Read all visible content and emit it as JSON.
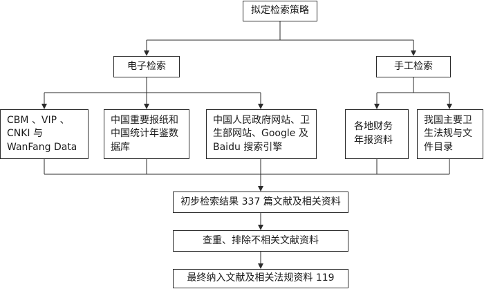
{
  "diagram": {
    "top": "拟定检索策略",
    "branch_electronic": "电子检索",
    "branch_manual": "手工检索",
    "sources": {
      "cbm": "CBM 、VIP 、CNKI 与 WanFang Data",
      "newspapers": "中国重要报纸和中国统计年鉴数据库",
      "websites": "中国人民政府网站、卫生部网站、Google 及 Baidu 搜索引擎",
      "finance": "各地财务年报资料",
      "regulations": "我国主要卫生法规与文件目录"
    },
    "step_initial": "初步检索结果 337 篇文献及相关资料",
    "step_dedupe": "查重、排除不相关文献资料",
    "step_final": "最终纳入文献及相关法规资料 119"
  }
}
